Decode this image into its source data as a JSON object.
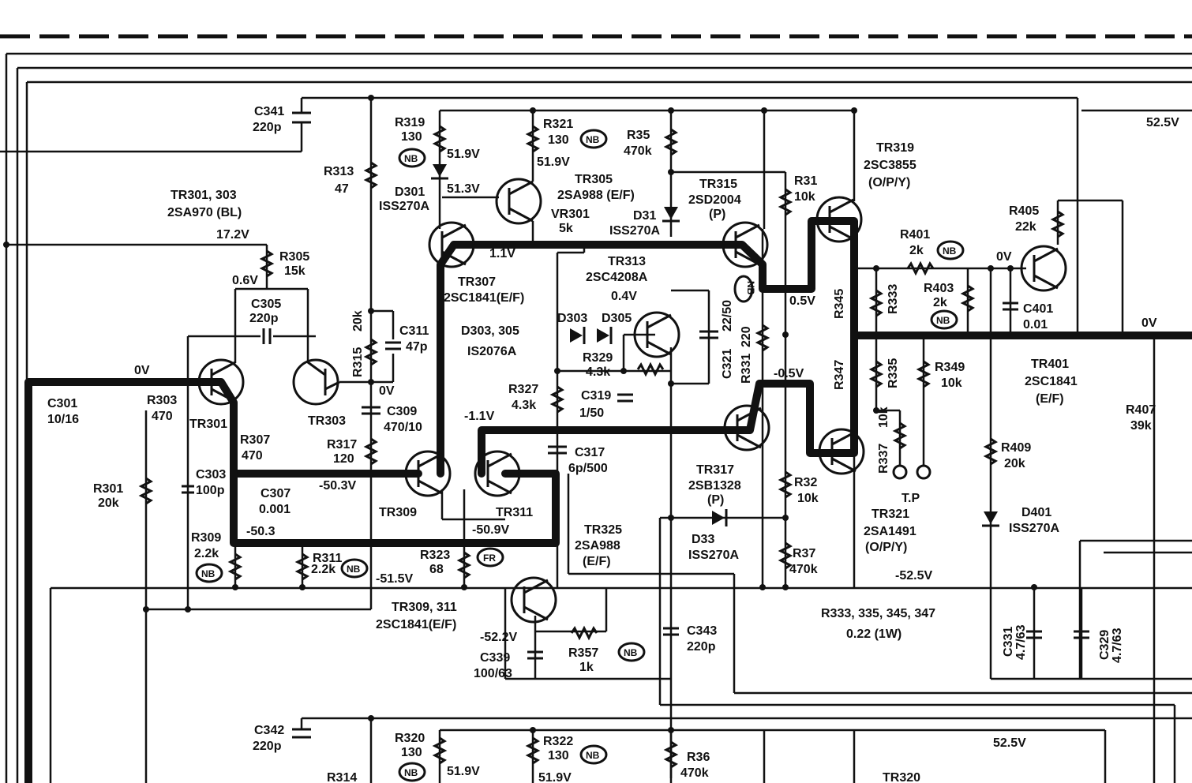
{
  "labels": {
    "c341": "C341",
    "c341_v": "220p",
    "r319": "R319",
    "r319_v": "130",
    "r321": "R321",
    "r321_v": "130",
    "r35": "R35",
    "r35_v": "470k",
    "v519a": "51.9V",
    "v519b": "51.9V",
    "v513": "51.3V",
    "d301": "D301",
    "d301_v": "ISS270A",
    "tr305": "TR305",
    "tr305_v": "2SA988 (E/F)",
    "d31": "D31",
    "d31_v": "ISS270A",
    "vr301": "VR301",
    "vr301_v": "5k",
    "tr315": "TR315",
    "tr315_v": "2SD2004",
    "tr315_rank": "(P)",
    "r31": "R31",
    "r31_v": "10k",
    "tr319": "TR319",
    "tr319_v": "2SC3855",
    "tr319_rank": "(O/P/Y)",
    "v525_top": "52.5V",
    "r313": "R313",
    "r313_v": "47",
    "tr301_303": "TR301, 303",
    "tr301_303_v": "2SA970 (BL)",
    "v172": "17.2V",
    "r305": "R305",
    "r305_v": "15k",
    "v06": "0.6V",
    "c305": "C305",
    "c305_v": "220p",
    "tr307": "TR307",
    "tr307_v": "2SC1841(E/F)",
    "v11": "1.1V",
    "tr313": "TR313",
    "tr313_v": "2SC4208A",
    "v04": "0.4V",
    "r401": "R401",
    "r401_v": "2k",
    "r405": "R405",
    "r405_v": "22k",
    "v0_r401": "0V",
    "r403": "R403",
    "r403_v": "2k",
    "c401": "C401",
    "c401_v": "0.01",
    "r315_v": "20k",
    "r315": "R315",
    "c311": "C311",
    "c311_v": "47p",
    "d303_305": "D303, 305",
    "d303_305_v": "IS2076A",
    "d303": "D303",
    "d305": "D305",
    "r329": "R329",
    "r329_v": "4.3k",
    "c321_v": "22/50",
    "c321": "C321",
    "r331_v": "220",
    "r331": "R331",
    "r345": "R345",
    "r333": "R333",
    "v05": "0.5V",
    "v0_c301": "0V",
    "c301": "C301",
    "c301_v": "10/16",
    "r303": "R303",
    "r303_v": "470",
    "tr301": "TR301",
    "tr303": "TR303",
    "v0_c309": "0V",
    "c309": "C309",
    "c309_v": "470/10",
    "r327": "R327",
    "r327_v": "4.3k",
    "c319": "C319",
    "c319_v": "1/50",
    "vm05": "-0.5V",
    "r347": "R347",
    "r335": "R335",
    "r349": "R349",
    "r349_v": "10k",
    "tr401": "TR401",
    "tr401_v": "2SC1841",
    "tr401_rank": "(E/F)",
    "r407": "R407",
    "r407_v": "39k",
    "v0_r407": "0V",
    "vm11": "-1.1V",
    "r307": "R307",
    "r307_v": "470",
    "r317": "R317",
    "r317_v": "120",
    "c317": "C317",
    "c317_v": "6p/500",
    "r337": "R337",
    "r337_v": "10k",
    "r409": "R409",
    "r409_v": "20k",
    "r301": "R301",
    "r301_v": "20k",
    "c303": "C303",
    "c303_v": "100p",
    "c307": "C307",
    "c307_v": "0.001",
    "vm503a": "-50.3V",
    "tr317": "TR317",
    "tr317_v": "2SB1328",
    "tr317_rank": "(P)",
    "r32": "R32",
    "r32_v": "10k",
    "tp": "T.P",
    "tr309": "TR309",
    "tr311": "TR311",
    "vm503b": "-50.3",
    "vm509": "-50.9V",
    "tr325": "TR325",
    "tr325_v": "2SA988",
    "tr325_rank": "(E/F)",
    "d33": "D33",
    "d33_v": "ISS270A",
    "tr321": "TR321",
    "tr321_v": "2SA1491",
    "tr321_rank": "(O/P/Y)",
    "d401": "D401",
    "d401_v": "ISS270A",
    "r309": "R309",
    "r309_v": "2.2k",
    "r311": "R311",
    "r311_v": "2.2k",
    "r323": "R323",
    "r323_v": "68",
    "r37": "R37",
    "r37_v": "470k",
    "vm515": "-51.5V",
    "vm525": "-52.5V",
    "r333_group": "R333, 335, 345, 347",
    "r333_group_v": "0.22 (1W)",
    "tr309_311": "TR309, 311",
    "tr309_311_v": "2SC1841(E/F)",
    "vm522": "-52.2V",
    "c339": "C339",
    "c339_v": "100/63",
    "r357": "R357",
    "r357_v": "1k",
    "c343": "C343",
    "c343_v": "220p",
    "c331": "C331",
    "c331_v": "4.7/63",
    "c329": "C329",
    "c329_v": "4.7/63",
    "c342": "C342",
    "c342_v": "220p",
    "r320": "R320",
    "r320_v": "130",
    "r322": "R322",
    "r322_v": "130",
    "r36": "R36",
    "r36_v": "470k",
    "v519c": "51.9V",
    "v519d": "51.9V",
    "v525_bottom": "52.5V",
    "r314": "R314",
    "tr320": "TR320",
    "nb": "NB",
    "fr": "FR"
  }
}
